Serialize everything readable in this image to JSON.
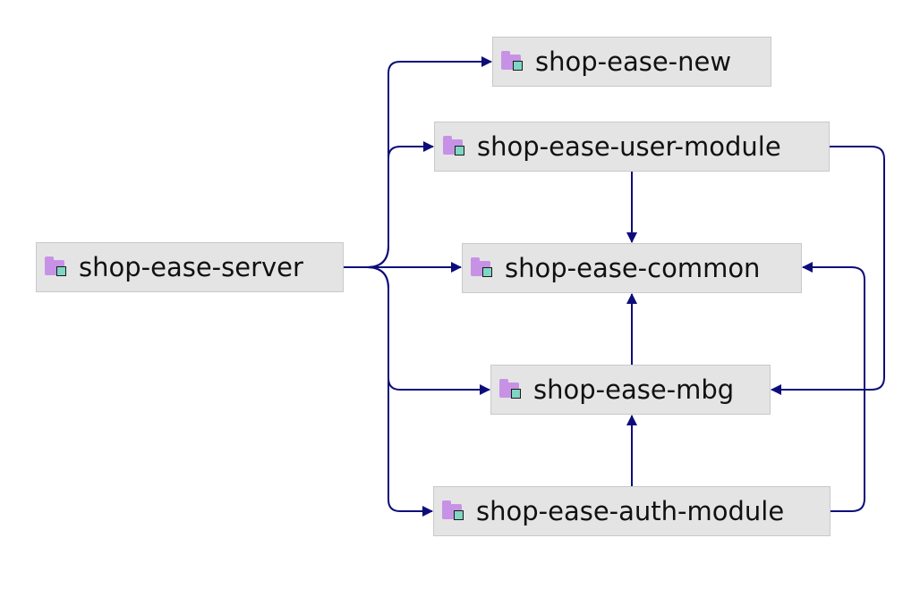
{
  "diagram": {
    "type": "module-dependency-graph",
    "edge_color": "#0d0d7a",
    "node_fill": "#e4e4e4",
    "icon_folder_color": "#c792e6",
    "icon_badge_color": "#7fd6c2",
    "icon_name": "module-folder-icon",
    "nodes": {
      "server": {
        "label": "shop-ease-server"
      },
      "new": {
        "label": "shop-ease-new"
      },
      "user": {
        "label": "shop-ease-user-module"
      },
      "common": {
        "label": "shop-ease-common"
      },
      "mbg": {
        "label": "shop-ease-mbg"
      },
      "auth": {
        "label": "shop-ease-auth-module"
      }
    },
    "edges": [
      {
        "from": "server",
        "to": "new"
      },
      {
        "from": "server",
        "to": "user"
      },
      {
        "from": "server",
        "to": "common"
      },
      {
        "from": "server",
        "to": "mbg"
      },
      {
        "from": "server",
        "to": "auth"
      },
      {
        "from": "user",
        "to": "common"
      },
      {
        "from": "user",
        "to": "mbg"
      },
      {
        "from": "mbg",
        "to": "common"
      },
      {
        "from": "auth",
        "to": "mbg"
      },
      {
        "from": "auth",
        "to": "common"
      }
    ]
  }
}
